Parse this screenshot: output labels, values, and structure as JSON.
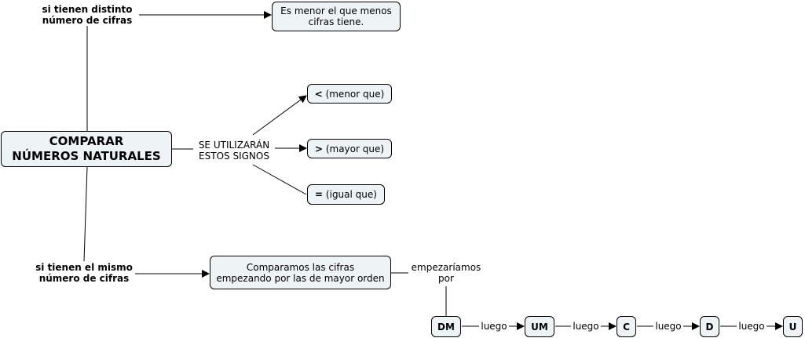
{
  "root": "COMPARAR\nNÚMEROS NATURALES",
  "links": {
    "distinct": "si tienen distinto\nnúmero de cifras",
    "signs": "SE UTILIZARÁN\nESTOS SIGNOS",
    "same": "si tienen el mismo\nnúmero de cifras",
    "start": "empezaríamos\npor",
    "then": "luego"
  },
  "concepts": {
    "fewer": "Es menor el que menos\ncifras tiene.",
    "compare": "Comparamos las cifras\nempezando por las de mayor orden"
  },
  "signs": [
    {
      "symbol": "<",
      "text": " (menor que)"
    },
    {
      "symbol": ">",
      "text": " (mayor que)"
    },
    {
      "symbol": "=",
      "text": " (igual que)"
    }
  ],
  "orders": [
    "DM",
    "UM",
    "C",
    "D",
    "U"
  ]
}
